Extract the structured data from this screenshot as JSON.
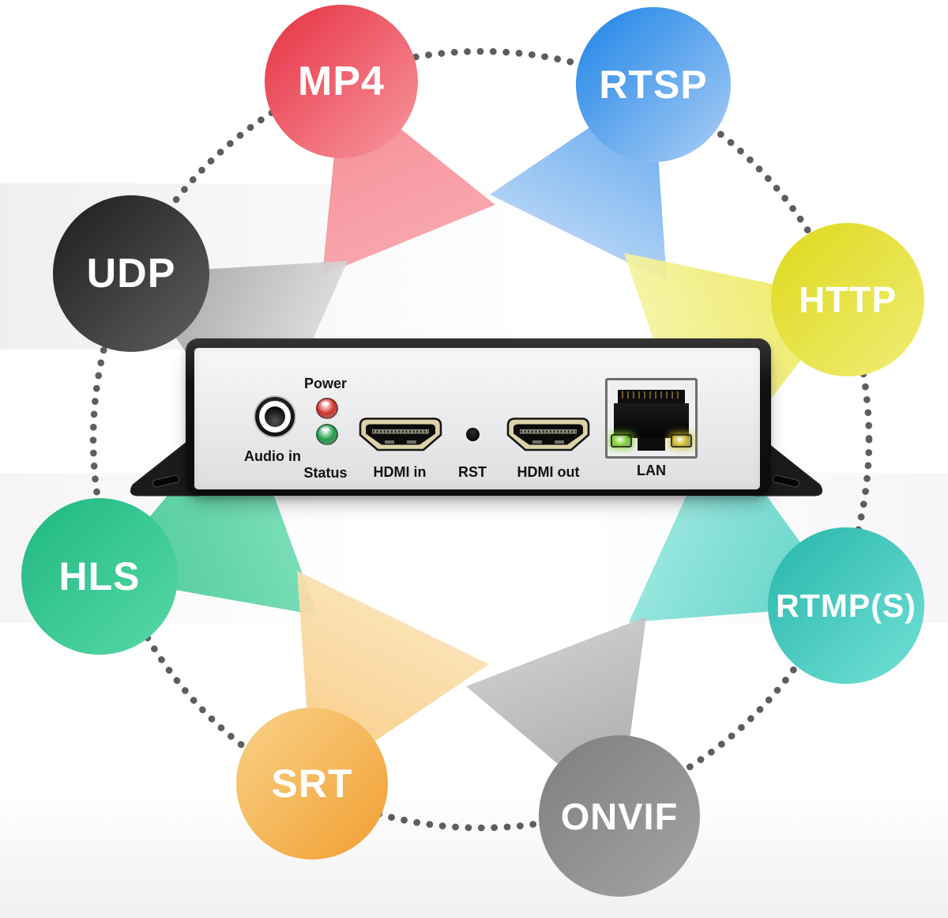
{
  "protocols": [
    {
      "key": "mp4",
      "label": "MP4",
      "gradient": [
        "#e83b4b",
        "#f7939b"
      ],
      "beam": [
        "#f4828b",
        "#f89da5"
      ]
    },
    {
      "key": "rtsp",
      "label": "RTSP",
      "gradient": [
        "#2a8ae8",
        "#a4cbf5"
      ],
      "beam": [
        "#4e9eec",
        "#a6ccf5"
      ]
    },
    {
      "key": "udp",
      "label": "UDP",
      "gradient": [
        "#232323",
        "#5c5c5c"
      ],
      "beam": [
        "#979797",
        "#d8d8d8"
      ]
    },
    {
      "key": "http",
      "label": "HTTP",
      "gradient": [
        "#dfdb24",
        "#efec72"
      ],
      "beam": [
        "#eae74f",
        "#f5f29e"
      ]
    },
    {
      "key": "hls",
      "label": "HLS",
      "gradient": [
        "#24bb84",
        "#55d7a6"
      ],
      "beam": [
        "#3bc390",
        "#6cdab0"
      ]
    },
    {
      "key": "rtmps",
      "label": "RTMP(S)",
      "gradient": [
        "#2fbab0",
        "#6fdfd4"
      ],
      "beam": [
        "#4fcdc0",
        "#8ce4da"
      ]
    },
    {
      "key": "srt",
      "label": "SRT",
      "gradient": [
        "#f8cd80",
        "#f1a135"
      ],
      "beam": [
        "#f7c77a",
        "#fbdfae"
      ]
    },
    {
      "key": "onvif",
      "label": "ONVIF",
      "gradient": [
        "#828282",
        "#a2a2a2"
      ],
      "beam": [
        "#9f9f9f",
        "#c4c4c4"
      ]
    }
  ],
  "device": {
    "labels": {
      "power": "Power",
      "status": "Status",
      "audio_in": "Audio in",
      "hdmi_in": "HDMI in",
      "rst": "RST",
      "hdmi_out": "HDMI out",
      "lan": "LAN"
    },
    "colors": {
      "power_led": "#d32f2a",
      "status_led": "#1f9e4a",
      "lan_led_green": "#7ed32f",
      "lan_led_amber": "#cdbb2a"
    }
  },
  "ring": {
    "color": "#4d4d4d"
  }
}
